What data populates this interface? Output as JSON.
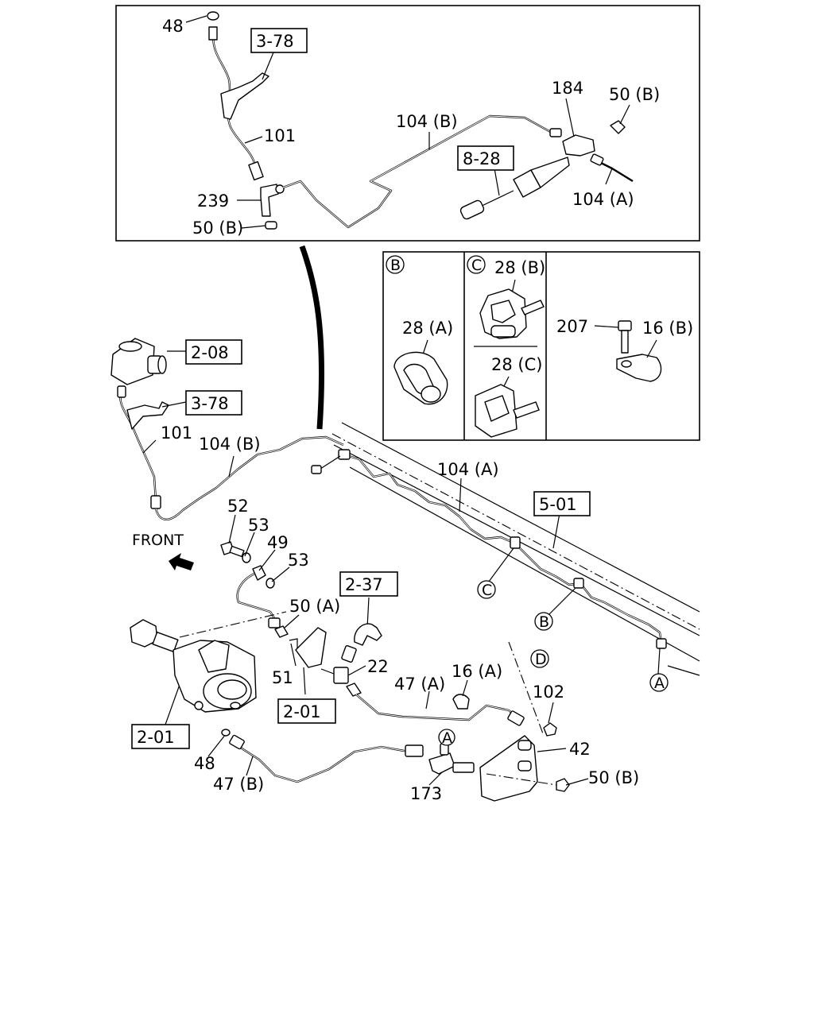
{
  "labels": {
    "p48_top": "48",
    "ref_3_78_top": "3-78",
    "p101_top": "101",
    "p104b_top": "104 (B)",
    "p184": "184",
    "p50b_top_right": "50 (B)",
    "ref_8_28": "8-28",
    "p104a_top": "104 (A)",
    "p239": "239",
    "p50b_top_left": "50 (B)",
    "ref_2_08": "2-08",
    "ref_3_78_mid": "3-78",
    "p101_mid": "101",
    "p104b_mid": "104 (B)",
    "p104a_mid": "104 (A)",
    "ref_5_01": "5-01",
    "p52": "52",
    "p53_a": "53",
    "p49": "49",
    "p53_b": "53",
    "front": "FRONT",
    "ref_2_37": "2-37",
    "p50a": "50 (A)",
    "p22": "22",
    "p51": "51",
    "ref_2_01_mid": "2-01",
    "p47a": "47 (A)",
    "p16a": "16 (A)",
    "p102": "102",
    "p42": "42",
    "p50b_bottom": "50 (B)",
    "ref_2_01_left": "2-01",
    "p48_bottom": "48",
    "p47b": "47 (B)",
    "p173": "173",
    "p28a": "28 (A)",
    "p28b": "28 (B)",
    "p28c": "28 (C)",
    "p207": "207",
    "p16b": "16 (B)"
  },
  "callouts": {
    "B_panel": "B",
    "C_panel": "C",
    "C_pipe": "C",
    "B_pipe": "B",
    "A_pipe": "A",
    "D": "D",
    "A_fitting": "A"
  }
}
